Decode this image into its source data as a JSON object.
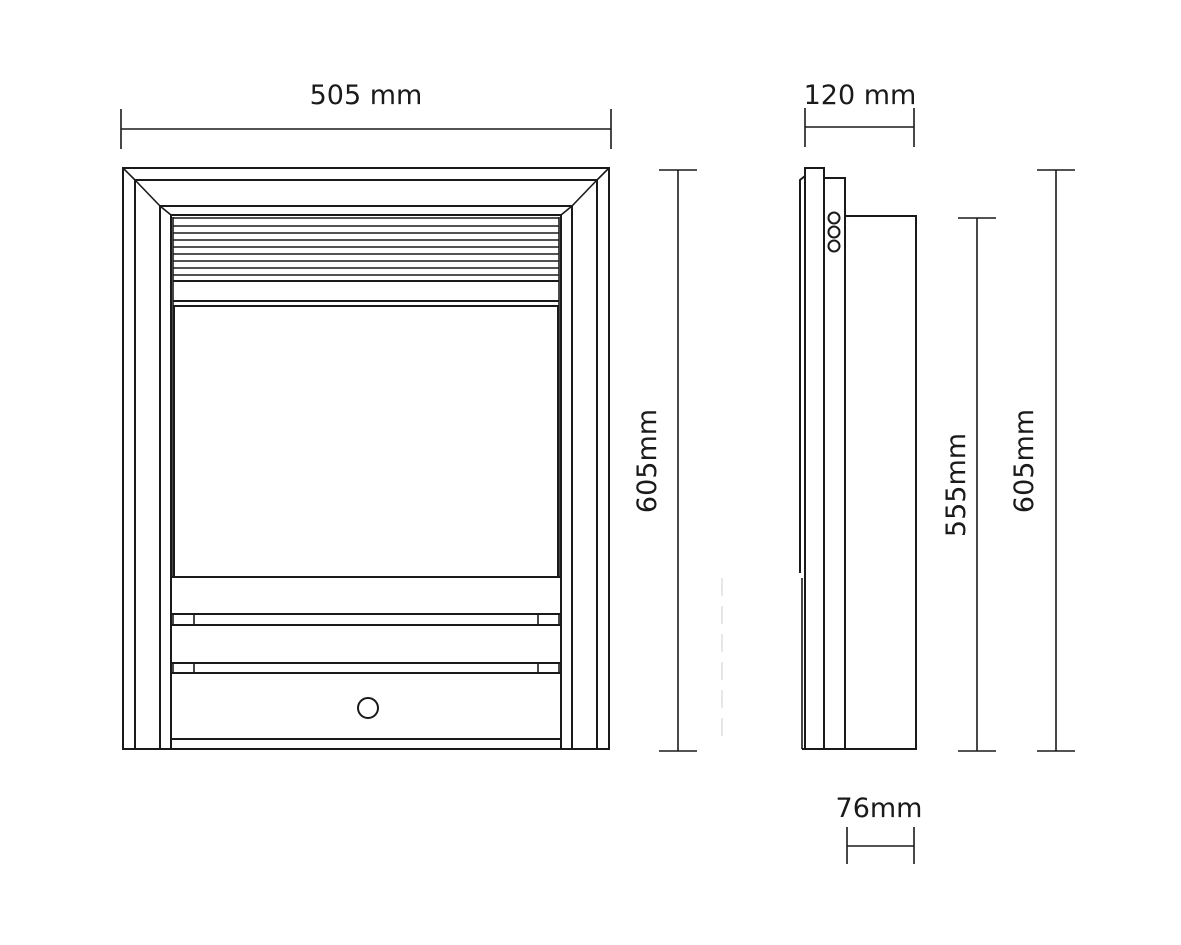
{
  "dimensions": {
    "front_width": "505 mm",
    "front_height": "605mm",
    "side_depth_total": "120 mm",
    "side_body_height": "555mm",
    "side_total_height": "605mm",
    "side_body_depth": "76mm"
  },
  "colors": {
    "line": "#1a1a1a",
    "background": "#ffffff"
  }
}
